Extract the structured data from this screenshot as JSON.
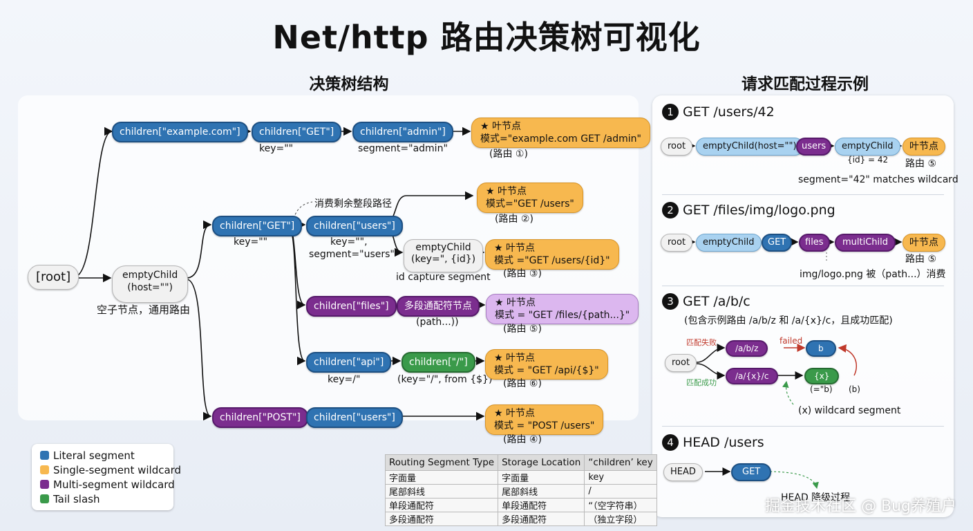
{
  "title": "Net/http 路由决策树可视化",
  "left_section_title": "决策树结构",
  "right_section_title": "请求匹配过程示例",
  "tree": {
    "root": "[root]",
    "c_example": "children[\"example.com\"]",
    "c_get1": "children[\"GET\"]",
    "key_empty1": "key=\"\"",
    "c_admin": "children[\"admin\"]",
    "seg_admin": "segment=\"admin\"",
    "leaf_admin_title": "★ 叶节点",
    "leaf_admin_pattern": "模式=\"example.com GET /admin\"",
    "route1": "(路由 ①)",
    "empty_child": "emptyChild",
    "empty_child_host": "(host=\"\")",
    "empty_child_note": "空子节点，通用路由",
    "c_get2": "children[\"GET\"]",
    "key_empty2": "key=\"\"",
    "consume_note": "消费剩余整段路径",
    "c_users": "children[\"users\"]",
    "users_key": "key=\"\",",
    "users_seg": "segment=\"users\"",
    "leaf_users_title": "★ 叶节点",
    "leaf_users_pattern": "模式=\"GET /users\"",
    "route2": "(路由 ②)",
    "empty_child2": "emptyChild",
    "empty_child2_key": "(key=\", {id})",
    "id_capture": "id capture segment",
    "leaf_id_title": "★ 叶节点",
    "leaf_id_pattern": "模式 =\"GET /users/{id}\"",
    "route3": "(路由 ③)",
    "c_files": "children[\"files\"]",
    "multi_node": "多段通配符节点",
    "path_label": "(path...))",
    "leaf_files_title": "★ 叶节点",
    "leaf_files_pattern": "模式 = \"GET /files/{path...}\"",
    "route5": "(路由 ⑤)",
    "c_api": "children[\"api\"]",
    "api_key": "key=/\"",
    "c_slash": "children[\"/\"]",
    "slash_key": "(key=\"/\", from {$})",
    "leaf_api_title": "★ 叶节点",
    "leaf_api_pattern": "模式 = \"GET /api/{$}\"",
    "route6": "(路由 ⑥)",
    "c_post": "children[\"POST\"]",
    "c_users2": "children[\"users\"]",
    "leaf_post_title": "★ 叶节点",
    "leaf_post_pattern": "模式 = \"POST /users\"",
    "route4": "(路由 ④)"
  },
  "legend": [
    {
      "label": "Literal segment",
      "color": "#2f73b2"
    },
    {
      "label": "Single-segment wildcard",
      "color": "#f7b84f"
    },
    {
      "label": "Multi-segment wildcard",
      "color": "#7b2d8e"
    },
    {
      "label": "Tail slash",
      "color": "#3a9a4a"
    }
  ],
  "routing_table": {
    "headers": [
      "Routing Segment Type",
      "Storage Location",
      "“children’ key"
    ],
    "rows": [
      [
        "字面量",
        "字面量",
        "key"
      ],
      [
        "尾部斜线",
        "尾部斜线",
        "/"
      ],
      [
        "单段通配符",
        "单段通配符",
        "“（空字符串）"
      ],
      [
        "多段通配符",
        "多段通配符",
        "（独立字段）"
      ]
    ]
  },
  "examples": {
    "ex1": {
      "num": "1",
      "title": "GET /users/42",
      "n_root": "root",
      "n_empty": "emptyChild(host=\"\")",
      "n_users": "users",
      "n_empty2": "emptyChild",
      "n_leaf": "叶节点",
      "id_label": "{id} = 42",
      "route": "路由 ⑤",
      "note": "segment=\"42\" matches wildcard"
    },
    "ex2": {
      "num": "2",
      "title": "GET /files/img/logo.png",
      "n_root": "root",
      "n_empty": "emptyChild",
      "n_get": "GET",
      "n_files": "files",
      "n_multi": "multiChild",
      "n_leaf": "叶节点",
      "route": "路由 ⑤",
      "note": "img/logo.png 被（path...）消费"
    },
    "ex3": {
      "num": "3",
      "title": "GET /a/b/c",
      "subtitle": "(包含示例路由 /a/b/z 和 /a/{x}/c，且成功匹配)",
      "n_root": "root",
      "n_abz": "/a/b/z",
      "n_axc": "/a/{x}/c",
      "n_b": "b",
      "n_x": "{x}",
      "fail_label": "匹配失败",
      "failed": "failed",
      "success_label": "匹配成功",
      "x_eq": "(=\"b)",
      "b_paren": "(b)",
      "wildcard_note": "(x) wildcard segment"
    },
    "ex4": {
      "num": "4",
      "title": "HEAD /users",
      "n_head": "HEAD",
      "n_get": "GET",
      "note": "HEAD 降级过程"
    }
  },
  "watermark": "掘金技术社区 @ Bug养殖户"
}
